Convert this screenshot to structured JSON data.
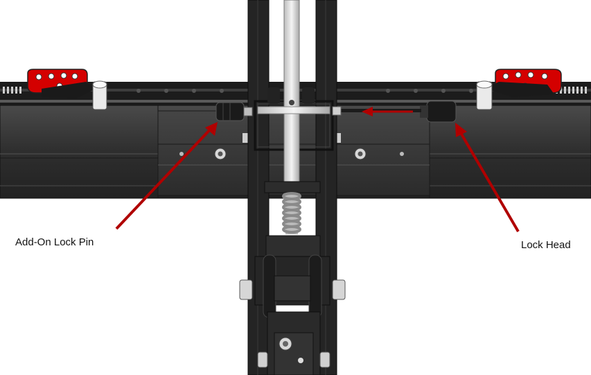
{
  "annotations": {
    "lock_pin_label": "Add-On Lock Pin",
    "lock_head_label": "Lock Head"
  },
  "colors": {
    "arrow": "#b00000",
    "frame_dark": "#2a2a2a",
    "bar_mid": "#3a3a3a",
    "clamp_red": "#d40000",
    "rod_light": "#e6e6e6"
  },
  "parts": [
    "lock-pin",
    "lock-head",
    "center-frame",
    "spring",
    "hinge-bracket",
    "clamp-left",
    "clamp-right",
    "rail-bar"
  ]
}
